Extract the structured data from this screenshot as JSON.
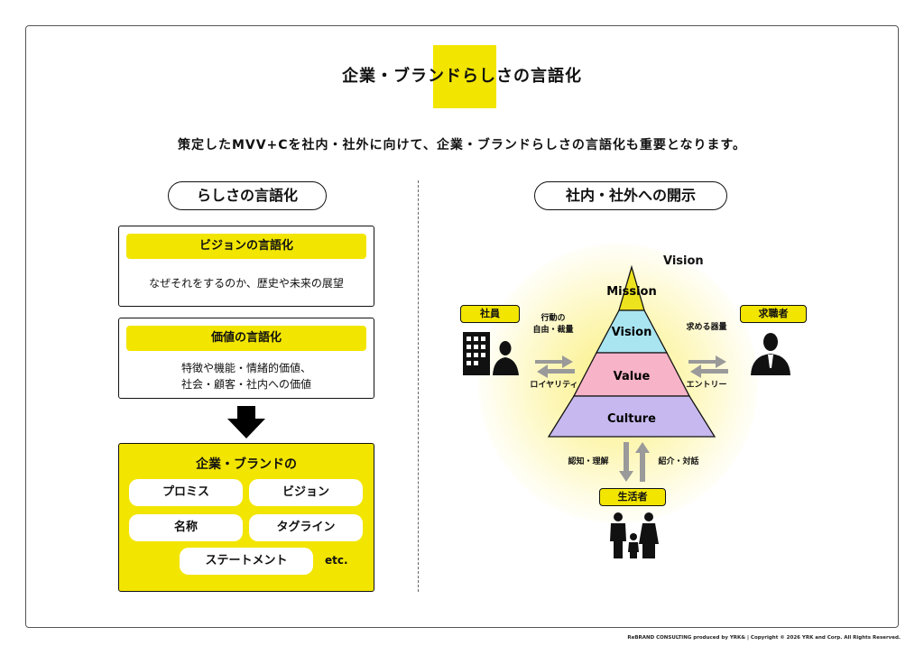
{
  "header": {
    "title": "企業・ブランドらしさの言語化",
    "lead": "策定したMVV+Cを社内・社外に向けて、企業・ブランドらしさの言語化も重要となります。"
  },
  "left": {
    "heading": "らしさの言語化",
    "box1": {
      "title": "ビジョンの言語化",
      "body": "なぜそれをするのか、歴史や未来の展望"
    },
    "box2": {
      "title": "価値の言語化",
      "line1": "特徴や機能・情緒的価値、",
      "line2": "社会・顧客・社内への価値"
    },
    "result": {
      "title": "企業・ブランドの",
      "tags": [
        "プロミス",
        "ビジョン",
        "名称",
        "タグライン",
        "ステートメント"
      ],
      "etc": "etc."
    }
  },
  "right": {
    "heading": "社内・社外への開示",
    "pyramid": {
      "top_label": "Vision",
      "levels": [
        {
          "label": "Mission",
          "color": "#ede21e"
        },
        {
          "label": "Vision",
          "color": "#a9e5f1"
        },
        {
          "label": "Value",
          "color": "#f7b3c8"
        },
        {
          "label": "Culture",
          "color": "#c7b9ef"
        }
      ]
    },
    "employee": {
      "tag": "社員",
      "top_text_1": "行動の",
      "top_text_2": "自由・裁量",
      "bottom_text": "ロイヤリティ"
    },
    "candidate": {
      "tag": "求職者",
      "top_text": "求める器量",
      "bottom_text": "エントリー"
    },
    "consumer": {
      "tag": "生活者",
      "left_text": "認知・理解",
      "right_text": "紹介・対話"
    }
  },
  "footer": "ReBRAND CONSULTING produced by YRK&   |   Copyright © 2026 YRK and Corp. All Rights Reserved.",
  "colors": {
    "accent": "#f2e500"
  }
}
